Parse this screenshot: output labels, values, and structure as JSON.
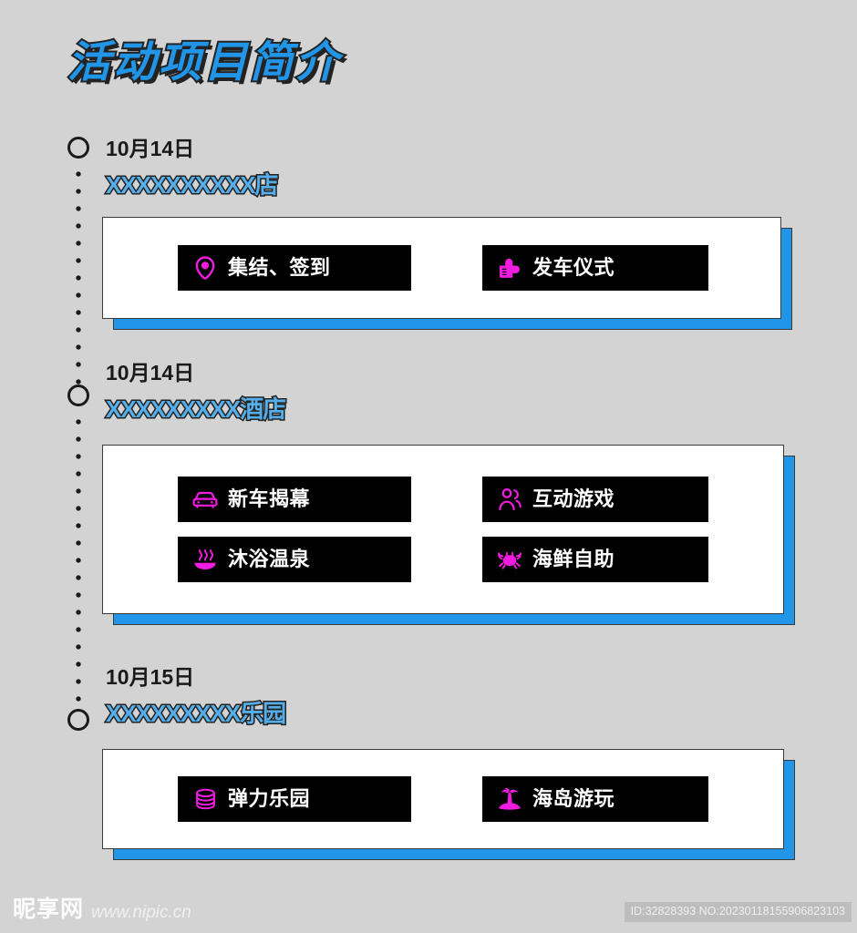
{
  "page": {
    "title": "活动项目简介",
    "background_color": "#d3d3d3",
    "accent_blue": "#2196e8",
    "accent_magenta": "#f21ce0"
  },
  "timeline": {
    "marker_style": "hollow-circle",
    "connector_style": "dotted"
  },
  "sections": [
    {
      "date": "10月14日",
      "place": "XXXXXXXXXX店",
      "rows": [
        [
          {
            "icon": "location-pin-icon",
            "label": "集结、签到"
          },
          {
            "icon": "pointing-hand-icon",
            "label": "发车仪式"
          }
        ]
      ]
    },
    {
      "date": "10月14日",
      "place": "XXXXXXXXX酒店",
      "rows": [
        [
          {
            "icon": "car-icon",
            "label": "新车揭幕"
          },
          {
            "icon": "people-icon",
            "label": "互动游戏"
          }
        ],
        [
          {
            "icon": "hot-spring-icon",
            "label": "沐浴温泉"
          },
          {
            "icon": "crab-icon",
            "label": "海鲜自助"
          }
        ]
      ]
    },
    {
      "date": "10月15日",
      "place": "XXXXXXXXX乐园",
      "rows": [
        [
          {
            "icon": "spring-coil-icon",
            "label": "弹力乐园"
          },
          {
            "icon": "palm-island-icon",
            "label": "海岛游玩"
          }
        ]
      ]
    }
  ],
  "footer": {
    "watermark_cn": "昵享网",
    "watermark_url": "www.nipic.cn",
    "id_text": "ID:32828393 NO:20230118155906823103"
  }
}
